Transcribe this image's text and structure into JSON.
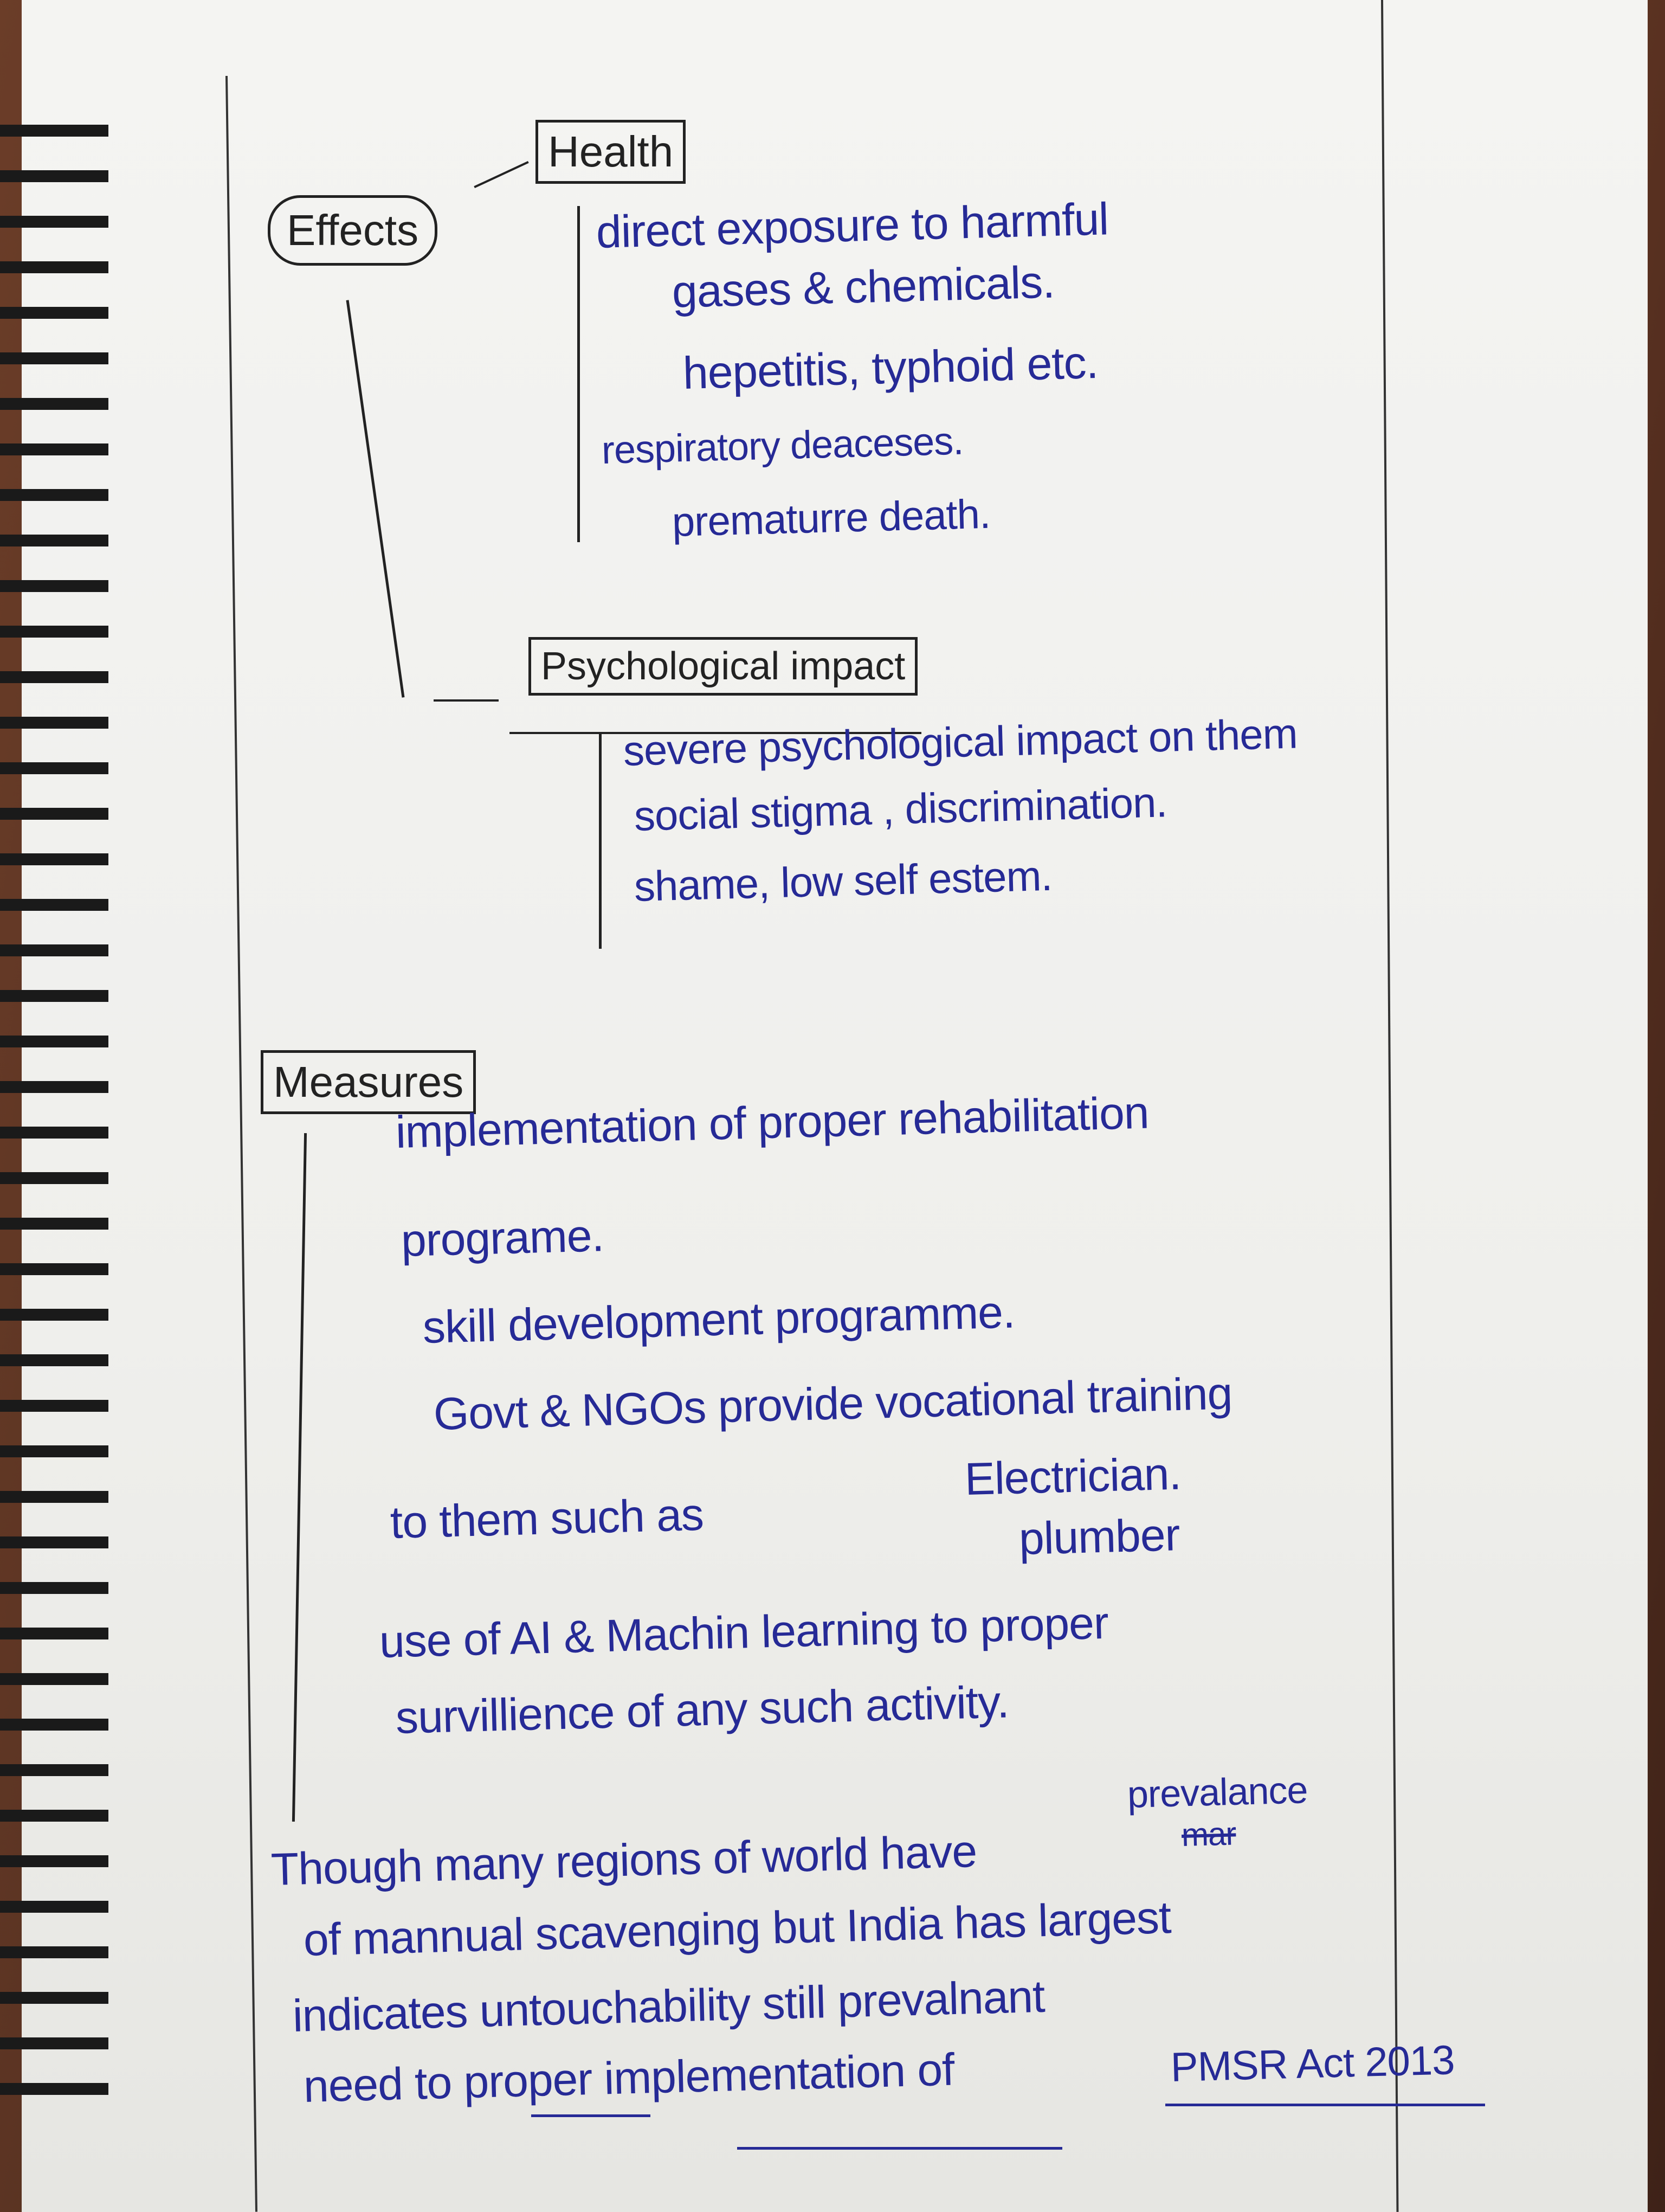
{
  "effects": {
    "label": "Effects",
    "health": {
      "label": "Health",
      "items": [
        "direct exposure to harmful",
        "gases & chemicals.",
        "hepetitis, typhoid etc.",
        "respiratory deaceses.",
        "prematurre death."
      ]
    },
    "psychological": {
      "label": "Psychological impact",
      "items": [
        "severe psychological impact on them",
        "social stigma , discrimination.",
        "shame,  low self estem."
      ]
    }
  },
  "measures": {
    "label": "Measures",
    "lines": [
      "implementation of proper rehabilitation",
      "programe.",
      "skill development programme.",
      "Govt & NGOs provide vocational training",
      "to them  such as",
      "Electrician.",
      "plumber",
      "use of AI & Machin learning to proper",
      "survillience of  any such activity."
    ]
  },
  "conclusion": {
    "insert": "prevalance",
    "struck": "mar",
    "lines": [
      "Though many regions of world have",
      "of mannual scavenging but India has largest",
      "indicates untouchability still prevalnant",
      "need to proper implementation of",
      "PMSR Act 2013"
    ]
  }
}
